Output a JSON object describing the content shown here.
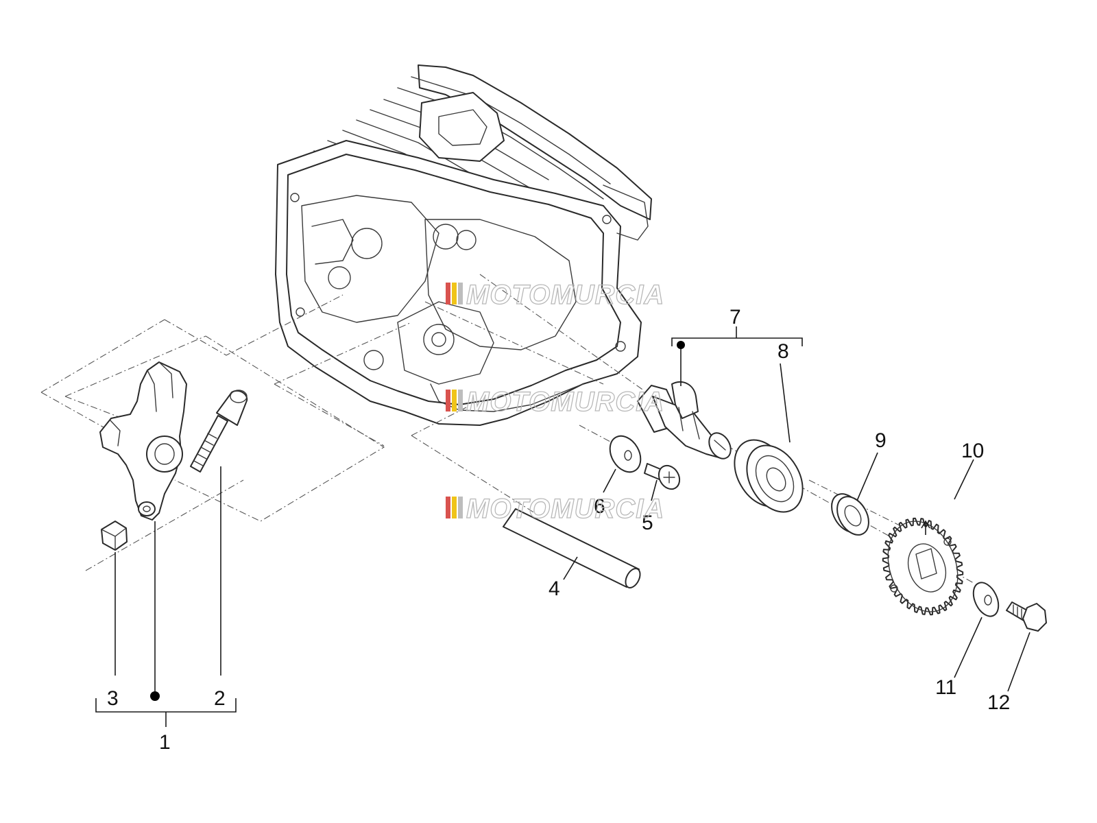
{
  "watermark": {
    "text": "MOTOMURCIA",
    "stripe_colors": [
      "#d9534f",
      "#f0c419",
      "#bdbdbd"
    ]
  },
  "callouts": [
    {
      "id": "1",
      "label": "1"
    },
    {
      "id": "2",
      "label": "2"
    },
    {
      "id": "3",
      "label": "3"
    },
    {
      "id": "4",
      "label": "4"
    },
    {
      "id": "5",
      "label": "5"
    },
    {
      "id": "6",
      "label": "6"
    },
    {
      "id": "7",
      "label": "7"
    },
    {
      "id": "8",
      "label": "8"
    },
    {
      "id": "9",
      "label": "9"
    },
    {
      "id": "10",
      "label": "10"
    },
    {
      "id": "11",
      "label": "11"
    },
    {
      "id": "12",
      "label": "12"
    }
  ]
}
